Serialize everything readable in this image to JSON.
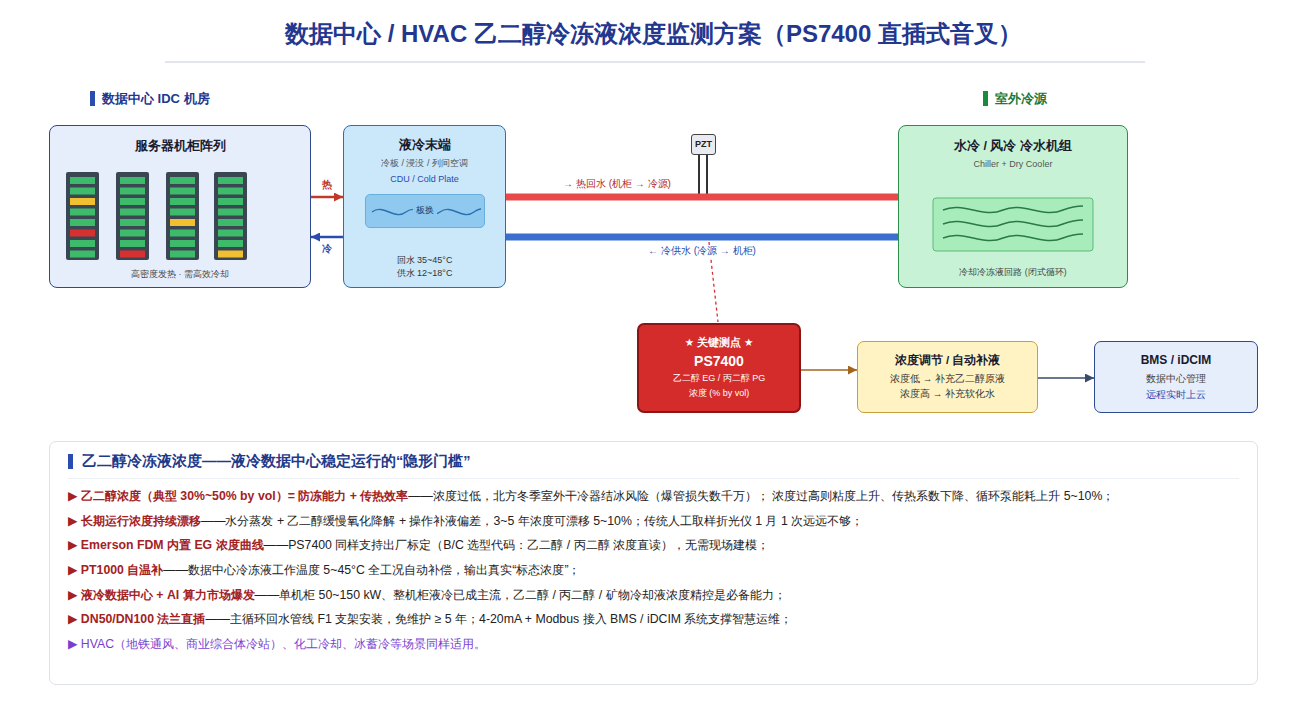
{
  "diagram": {
    "title": "数据中心 / HVAC 乙二醇冷冻液浓度监测方案（PS7400 直插式音叉）",
    "nodes": [
      {
        "text": [
          "服务器机柜阵列",
          "高密度发热 · 需高效冷却"
        ]
      },
      {
        "text": [
          "液冷末端",
          "冷板 / 浸没 / 列间空调",
          "CDU / Cold Plate",
          "回水 35~45°C",
          "供水 12~18°C"
        ]
      },
      {
        "text": [
          "板换"
        ],
        "in": 1
      },
      {
        "text": [
          "PZT"
        ]
      },
      {
        "text": [
          "水冷 / 风冷 冷水机组",
          "Chiller + Dry Cooler",
          "冷却冷冻液回路 (闭式循环)"
        ]
      },
      {
        "text": [
          "★ 关键测点 ★",
          "PS7400",
          "乙二醇 EG / 丙二醇 PG",
          "浓度 (% by vol)"
        ]
      },
      {
        "text": [
          "浓度调节 / 自动补液",
          "浓度低 → 补充乙二醇原液",
          "浓度高 → 补充软化水"
        ]
      },
      {
        "text": [
          "BMS / iDCIM",
          "数据中心管理",
          "远程实时上云"
        ]
      },
      {
        "text": [
          "乙二醇冷冻液浓度——液冷数据中心稳定运行的“隐形门槛”",
          "▶ 乙二醇浓度（典型 30%~50% by vol）= 防冻能力 + 传热效率",
          "——浓度过低，北方冬季室外干冷器结冰风险（爆管损失数千万）； 浓度过高则粘度上升、传热系数下降、循环泵能耗上升 5~10%；",
          "▶ 长期运行浓度持续漂移",
          "——水分蒸发 + 乙二醇缓慢氧化降解 + 操作补液偏差，3~5 年浓度可漂移 5~10%；传统人工取样折光仪 1 月 1 次远远不够；",
          "▶ Emerson FDM 内置 EG 浓度曲线",
          "——PS7400 同样支持出厂标定（B/C 选型代码：乙二醇 / 丙二醇 浓度直读），无需现场建模；",
          "▶ PT1000 自温补",
          "——数据中心冷冻液工作温度 5~45°C 全工况自动补偿，输出真实“标态浓度”；",
          "▶ 液冷数据中心 + AI 算力市场爆发",
          "——单机柜 50~150 kW、整机柜液冷已成主流，乙二醇 / 丙二醇 / 矿物冷却液浓度精控是必备能力；",
          "▶ DN50/DN100 法兰直插",
          "——主循环回水管线 F1 支架安装，免维护 ≥ 5 年；4-20mA + Modbus 接入 BMS / iDCIM 系统支撑智慧运维；",
          "▶ HVAC（地铁通风、商业综合体冷站）、化工冷却、冰蓄冷等场景同样适用。"
        ]
      }
    ],
    "edges": [
      {
        "from": 0,
        "to": 1,
        "label": "热",
        "arrow": "to"
      },
      {
        "from": 1,
        "to": 0,
        "label": "冷",
        "arrow": "to"
      },
      {
        "from": 1,
        "to": 4,
        "label": "→ 热回水 (机柜 → 冷源)",
        "arrow": "none"
      },
      {
        "from": 4,
        "to": 1,
        "label": "← 冷供水 (冷源 → 机柜)",
        "arrow": "none"
      },
      {
        "from": 5,
        "to": 6,
        "arrow": "to"
      },
      {
        "from": 6,
        "to": 7,
        "arrow": "to"
      }
    ],
    "labels": [
      "数据中心 IDC 机房",
      "室外冷源"
    ]
  }
}
